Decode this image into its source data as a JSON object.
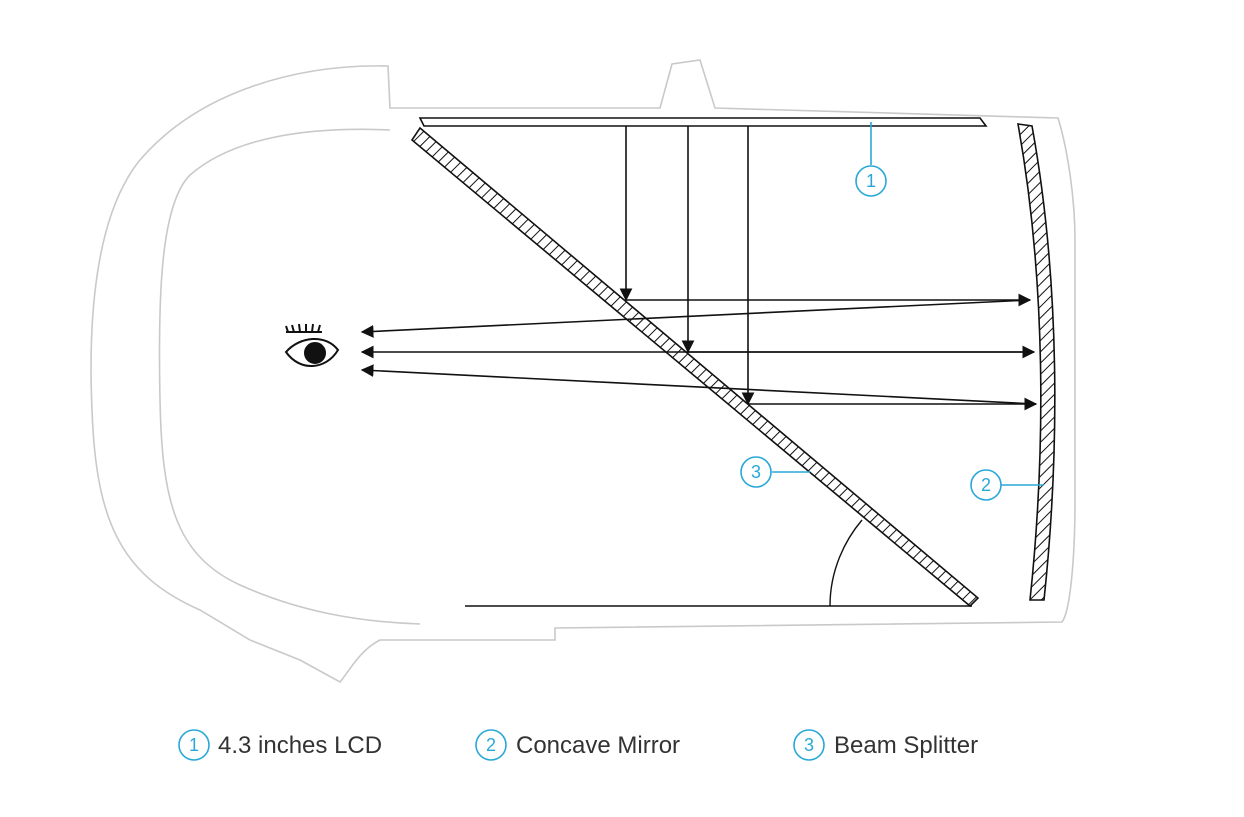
{
  "colors": {
    "outline": "#c9c9c9",
    "ink": "#111111",
    "accent": "#29a8d8",
    "legend_text": "#333333"
  },
  "callouts": {
    "lcd": "1",
    "mirror": "2",
    "splitter": "3"
  },
  "legend": [
    {
      "num": "1",
      "label": "4.3 inches LCD"
    },
    {
      "num": "2",
      "label": "Concave Mirror"
    },
    {
      "num": "3",
      "label": "Beam Splitter"
    }
  ],
  "icons": {
    "eye": "eye-icon"
  }
}
